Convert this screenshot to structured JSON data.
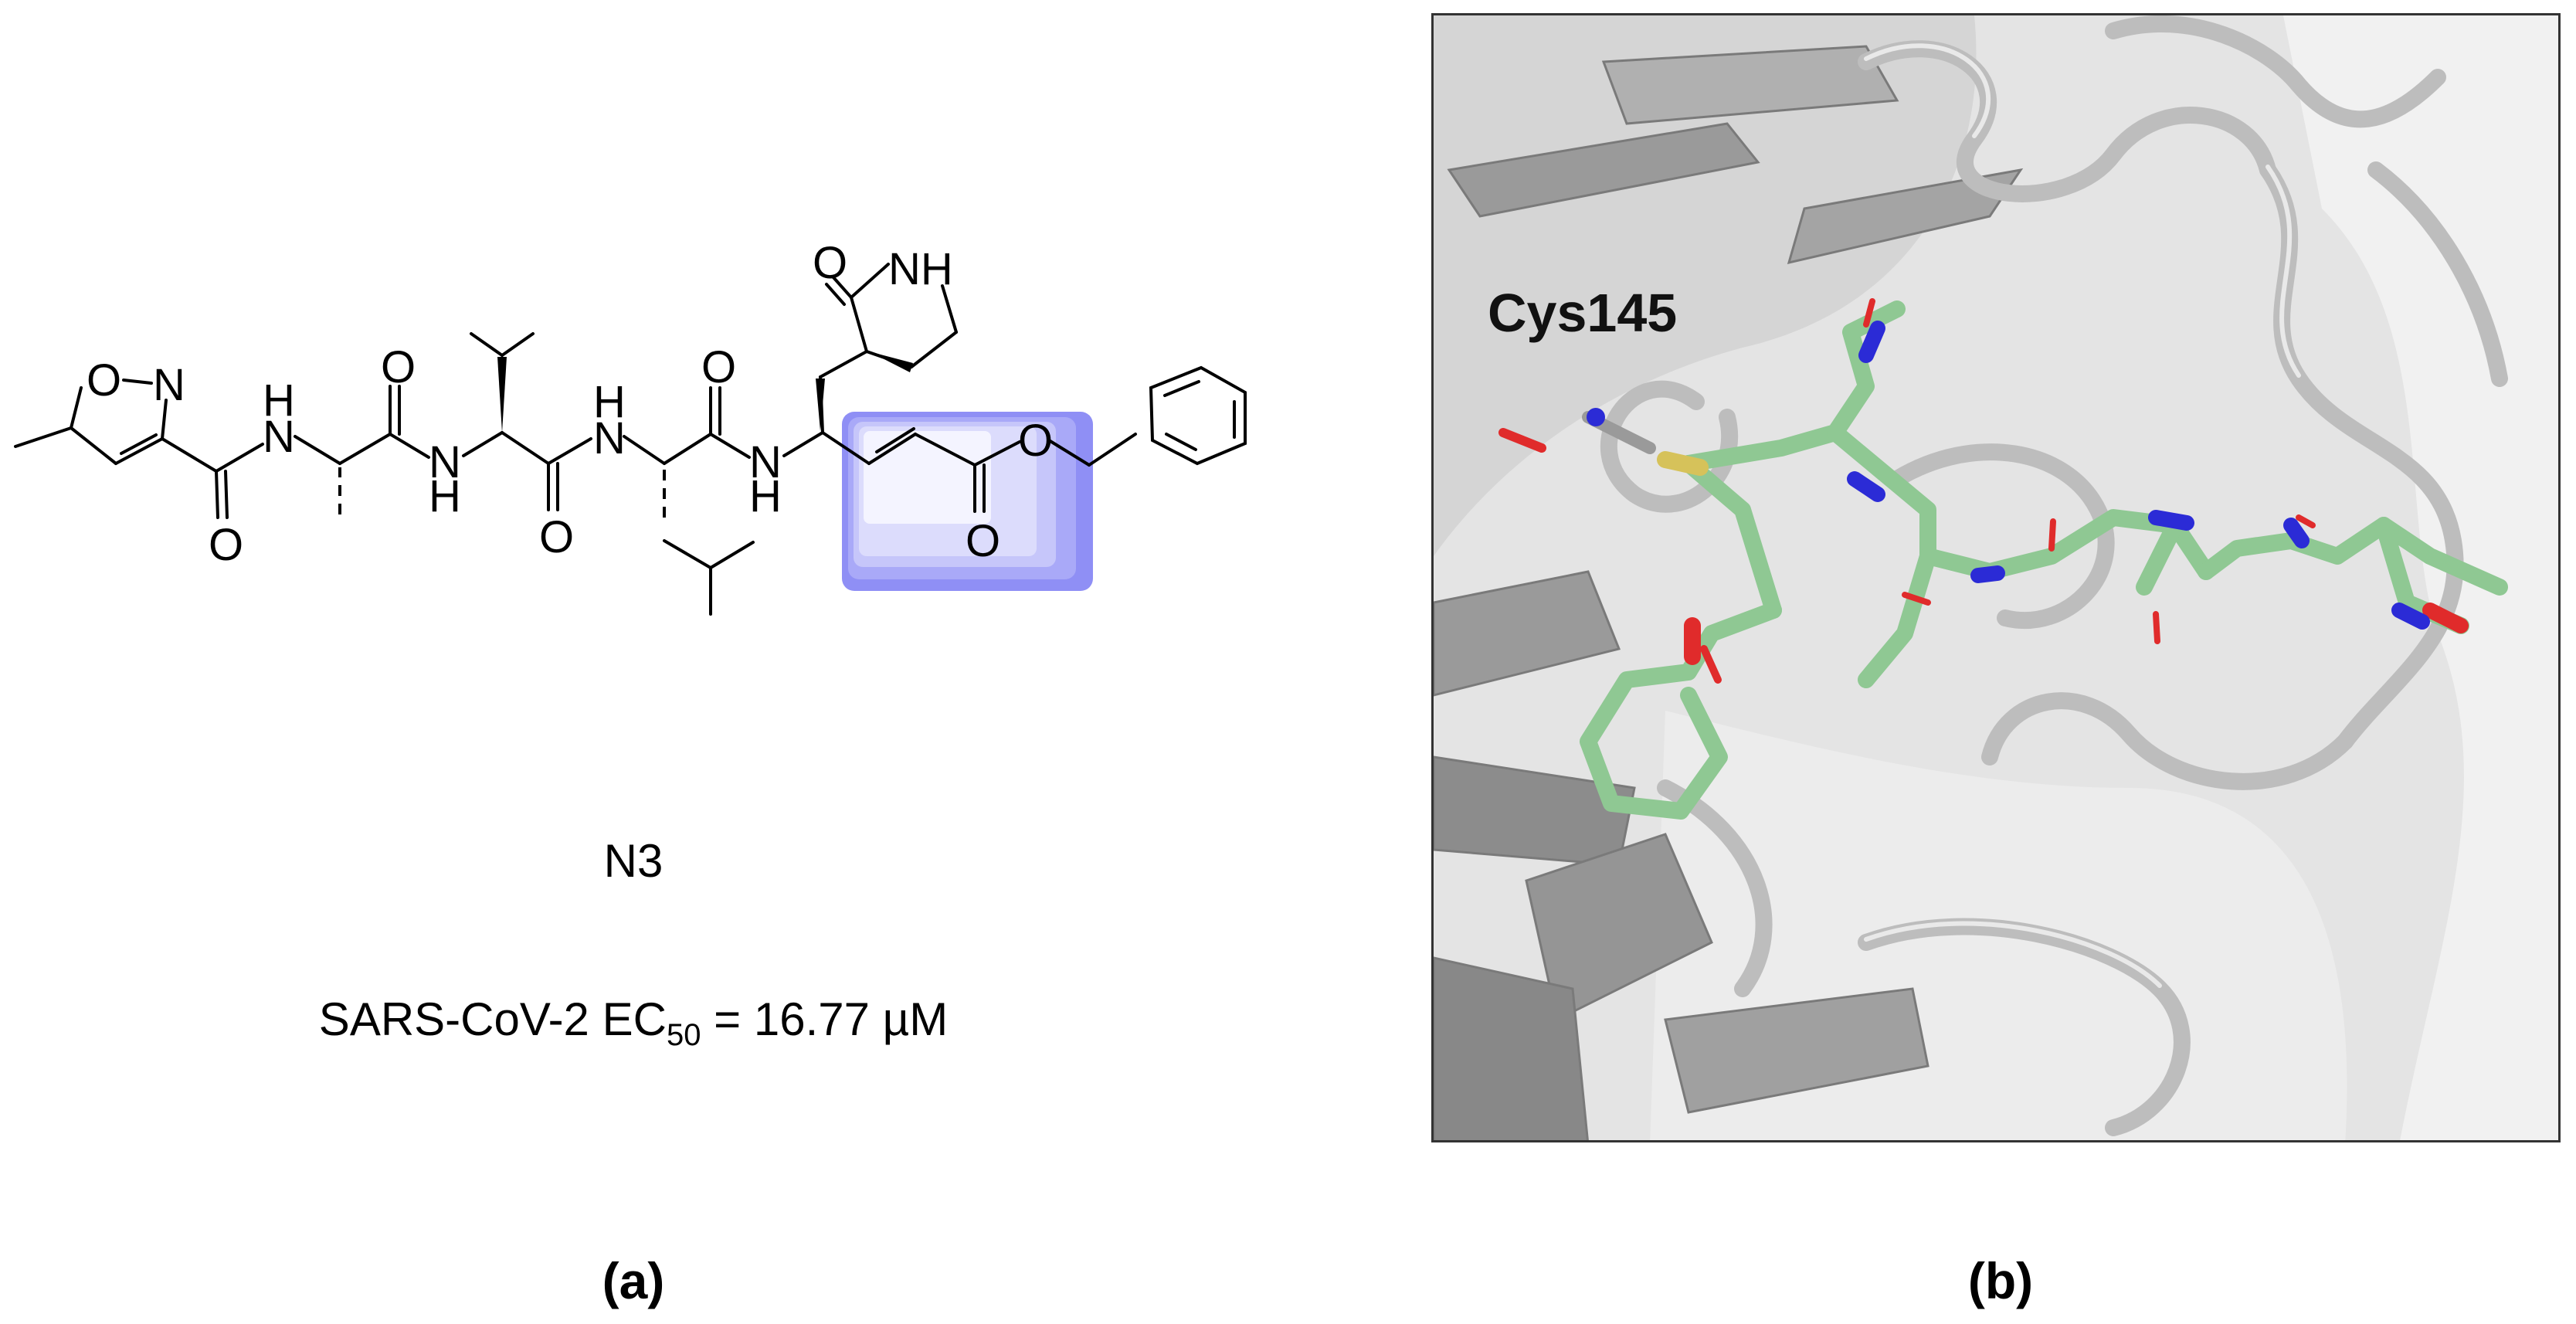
{
  "panel_a": {
    "atoms": {
      "ring_O": "O",
      "ring_N": "N",
      "nh1_H": "H",
      "nh1_N": "N",
      "o1": "O",
      "o2": "O",
      "nh2_N": "N",
      "nh2_H": "H",
      "o3": "O",
      "nh3_H": "H",
      "nh3_N": "N",
      "o4": "O",
      "nh4_N": "N",
      "nh4_H": "H",
      "lactam_O": "O",
      "lactam_NH": "NH",
      "ester_O": "O",
      "ester_carbonyl_O": "O"
    },
    "compound_name": "N3",
    "ec50_prefix": "SARS-CoV-2 EC",
    "ec50_sub": "50",
    "ec50_value": " = 16.77 µM",
    "label": "(a)",
    "highlight_color": "#8f8ff5"
  },
  "panel_b": {
    "residue_label": "Cys145",
    "ligand_color": "#8fc893",
    "nitrogen_color": "#2b2bd6",
    "oxygen_color": "#e02b2b",
    "sulfur_color": "#d6c25a",
    "label": "(b)"
  }
}
